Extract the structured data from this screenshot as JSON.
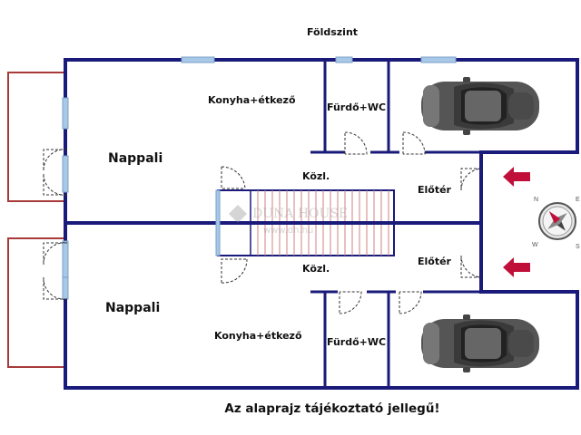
{
  "title": "Földszint",
  "rooms": {
    "top_living": "Nappali",
    "top_kitchen": "Konyha+étkező",
    "top_bath": "Fürdő+WC",
    "top_corridor": "Közl.",
    "top_hall": "Előtér",
    "bottom_living": "Nappali",
    "bottom_kitchen": "Konyha+étkező",
    "bottom_bath": "Fürdő+WC",
    "bottom_corridor": "Közl.",
    "bottom_hall": "Előtér"
  },
  "watermark": {
    "brand": "DUNA HOUSE",
    "url": "www.dh.hu"
  },
  "compass": {
    "n": "N",
    "e": "E",
    "s": "S",
    "w": "W"
  },
  "note": "Az alaprajz tájékoztató jellegű!",
  "colors": {
    "wall": "#1a1a7a",
    "terrace": "#a83a3a",
    "window": "#a8c8e8",
    "arrow": "#c0103a",
    "car": "#555555"
  }
}
